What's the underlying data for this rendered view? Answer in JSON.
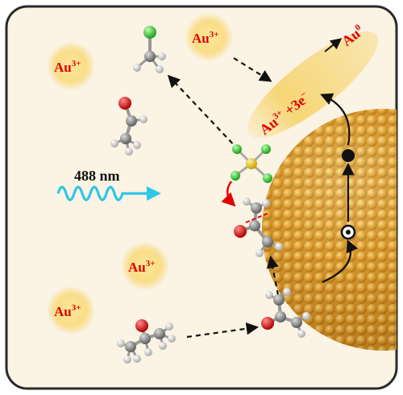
{
  "ions": [
    {
      "base": "Au",
      "sup": "3+"
    },
    {
      "base": "Au",
      "sup": "3+"
    },
    {
      "base": "Au",
      "sup": "3+"
    },
    {
      "base": "Au",
      "sup": "3+"
    }
  ],
  "light": {
    "wavelength": "488 nm"
  },
  "reaction": {
    "reactant": "Au",
    "reactant_sup": "3+",
    "plus_electrons": " +3e",
    "electron_sup": "−",
    "product": "Au",
    "product_sup": "0"
  },
  "colors": {
    "background": "#fbf3e3",
    "border": "#2a2a2a",
    "ion_glow": "#f7d46a",
    "gold_particle": "#d89a2e",
    "text_red": "#e00000",
    "wave": "#2ec7e6",
    "chlorine": "#33cc33",
    "oxygen": "#e02020",
    "carbon": "#8a8a8a",
    "hydrogen": "#e8e8e8",
    "gold_atom": "#e0c020"
  },
  "icons": [
    "light-wave-icon",
    "gold-nanoparticle-icon",
    "aucl4-complex-icon",
    "molecule-icon",
    "electron-cycle-icon"
  ]
}
